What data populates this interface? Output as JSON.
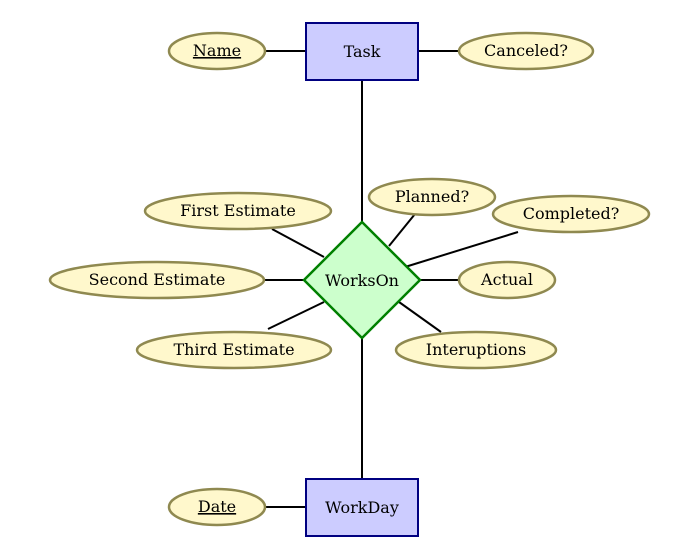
{
  "diagram": {
    "colors": {
      "entity_fill": "#ccccff",
      "entity_stroke": "#000080",
      "attribute_fill": "#fff8cc",
      "attribute_stroke": "#8f8950",
      "relationship_fill": "#ccffcc",
      "relationship_stroke": "#008000",
      "edge": "#000000"
    },
    "entities": {
      "task": {
        "label": "Task"
      },
      "workday": {
        "label": "WorkDay"
      }
    },
    "relationship": {
      "label": "WorksOn"
    },
    "attributes": {
      "name": {
        "label": "Name",
        "key": true
      },
      "canceled": {
        "label": "Canceled?",
        "key": false
      },
      "first_estimate": {
        "label": "First Estimate",
        "key": false
      },
      "planned": {
        "label": "Planned?",
        "key": false
      },
      "completed": {
        "label": "Completed?",
        "key": false
      },
      "second_estimate": {
        "label": "Second Estimate",
        "key": false
      },
      "actual": {
        "label": "Actual",
        "key": false
      },
      "third_estimate": {
        "label": "Third Estimate",
        "key": false
      },
      "interuptions": {
        "label": "Interuptions",
        "key": false
      },
      "date": {
        "label": "Date",
        "key": true
      }
    }
  }
}
